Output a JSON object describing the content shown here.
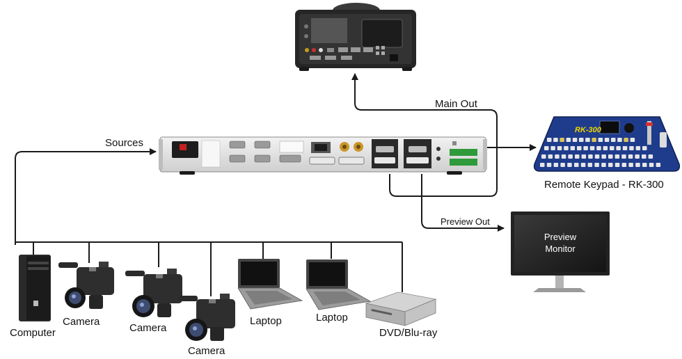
{
  "connections": {
    "sources": "Sources",
    "main_out": "Main Out",
    "preview_out": "Preview Out"
  },
  "devices": {
    "remote_keypad": "Remote Keypad - RK-300",
    "keypad_logo": "RK-300",
    "preview_monitor_line1": "Preview",
    "preview_monitor_line2": "Monitor",
    "computer": "Computer",
    "camera_1": "Camera",
    "camera_2": "Camera",
    "camera_3": "Camera",
    "laptop_1": "Laptop",
    "laptop_2": "Laptop",
    "dvd": "DVD/Blu-ray"
  },
  "colors": {
    "line": "#1a1a1a",
    "keypad_blue": "#1f3c8c",
    "keypad_logo": "#f0d400",
    "screen_dark": "#1c1c1c",
    "chassis_light": "#e4e4e4",
    "chassis_dark": "#2a2a2a"
  }
}
